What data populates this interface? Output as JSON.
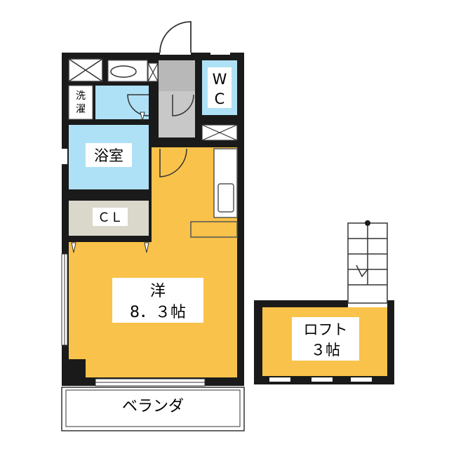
{
  "rooms": {
    "western": {
      "name": "洋",
      "size": "8．３帖"
    },
    "bathroom": "浴室",
    "closet": "ＣＬ",
    "toilet_line1": "W",
    "toilet_line2": "C",
    "laundry_line1": "洗",
    "laundry_line2": "濯",
    "balcony": "ベランダ",
    "loft": {
      "name": "ロフト",
      "size": "３帖"
    }
  },
  "colors": {
    "western": "#F9C24A",
    "bath": "#AEE1F6",
    "closet": "#DAD8CB",
    "hall": "#C8C8C8",
    "wall": "#1a1a1a"
  }
}
